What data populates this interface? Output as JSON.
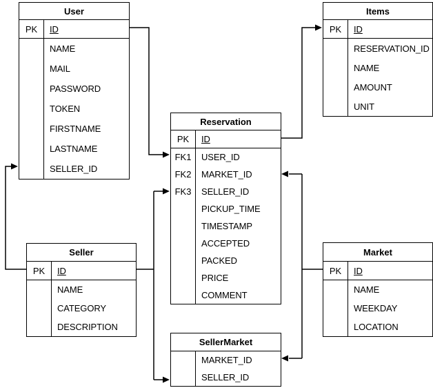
{
  "diagram": {
    "type": "entity-relationship",
    "background_color": "#ffffff",
    "line_color": "#000000",
    "text_color": "#000000"
  },
  "entities": [
    {
      "name": "User",
      "columns": [
        {
          "key": "PK",
          "label": "ID"
        },
        {
          "key": "",
          "label": "NAME"
        },
        {
          "key": "",
          "label": "MAIL"
        },
        {
          "key": "",
          "label": "PASSWORD"
        },
        {
          "key": "",
          "label": "TOKEN"
        },
        {
          "key": "",
          "label": "FIRSTNAME"
        },
        {
          "key": "",
          "label": "LASTNAME"
        },
        {
          "key": "",
          "label": "SELLER_ID"
        }
      ]
    },
    {
      "name": "Items",
      "columns": [
        {
          "key": "PK",
          "label": "ID"
        },
        {
          "key": "",
          "label": "RESERVATION_ID"
        },
        {
          "key": "",
          "label": "NAME"
        },
        {
          "key": "",
          "label": "AMOUNT"
        },
        {
          "key": "",
          "label": "UNIT"
        }
      ]
    },
    {
      "name": "Reservation",
      "columns": [
        {
          "key": "PK",
          "label": "ID"
        },
        {
          "key": "FK1",
          "label": "USER_ID"
        },
        {
          "key": "FK2",
          "label": "MARKET_ID"
        },
        {
          "key": "FK3",
          "label": "SELLER_ID"
        },
        {
          "key": "",
          "label": "PICKUP_TIME"
        },
        {
          "key": "",
          "label": "TIMESTAMP"
        },
        {
          "key": "",
          "label": "ACCEPTED"
        },
        {
          "key": "",
          "label": "PACKED"
        },
        {
          "key": "",
          "label": "PRICE"
        },
        {
          "key": "",
          "label": "COMMENT"
        }
      ]
    },
    {
      "name": "Seller",
      "columns": [
        {
          "key": "PK",
          "label": "ID"
        },
        {
          "key": "",
          "label": "NAME"
        },
        {
          "key": "",
          "label": "CATEGORY"
        },
        {
          "key": "",
          "label": "DESCRIPTION"
        }
      ]
    },
    {
      "name": "Market",
      "columns": [
        {
          "key": "PK",
          "label": "ID"
        },
        {
          "key": "",
          "label": "NAME"
        },
        {
          "key": "",
          "label": "WEEKDAY"
        },
        {
          "key": "",
          "label": "LOCATION"
        }
      ]
    },
    {
      "name": "SellerMarket",
      "columns": [
        {
          "key": "",
          "label": "MARKET_ID"
        },
        {
          "key": "",
          "label": "SELLER_ID"
        }
      ]
    }
  ],
  "relationships": [
    {
      "from": "User.ID",
      "to": "Reservation.USER_ID"
    },
    {
      "from": "Reservation.ID",
      "to": "Items.RESERVATION_ID"
    },
    {
      "from": "Seller.ID",
      "to": "User.SELLER_ID"
    },
    {
      "from": "Seller.ID",
      "to": "Reservation.SELLER_ID"
    },
    {
      "from": "Seller.ID",
      "to": "SellerMarket.SELLER_ID"
    },
    {
      "from": "Market.ID",
      "to": "Reservation.MARKET_ID"
    },
    {
      "from": "Market.ID",
      "to": "SellerMarket.MARKET_ID"
    }
  ]
}
